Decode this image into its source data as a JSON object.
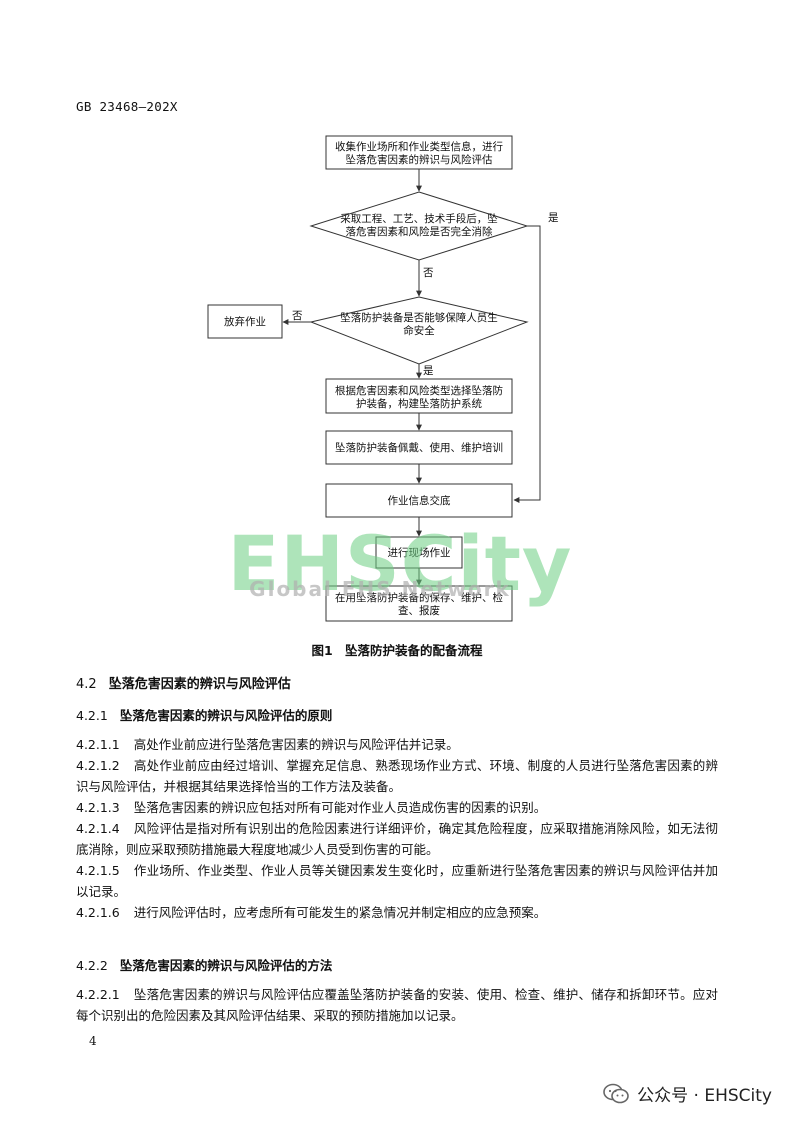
{
  "header": {
    "doc_code": "GB 23468—202X"
  },
  "flowchart": {
    "box1": [
      "收集作业场所和作业类型信息，进行",
      "坠落危害因素的辨识与风险评估"
    ],
    "dec1": [
      "采取工程、工艺、技术手段后，坠",
      "落危害因素和风险是否完全消除"
    ],
    "dec2": [
      "坠落防护装备是否能够保障人员生",
      "命安全"
    ],
    "abandon": "放弃作业",
    "box2": [
      "根据危害因素和风险类型选择坠落防",
      "护装备，构建坠落防护系统"
    ],
    "box3": "坠落防护装备佩戴、使用、维护培训",
    "box4": "作业信息交底",
    "box5": "进行现场作业",
    "box6": [
      "在用坠落防护装备的保存、维护、检",
      "查、报废"
    ],
    "yes": "是",
    "no": "否"
  },
  "watermark": {
    "big": "EHSCity",
    "small": "Global EHS Network"
  },
  "figure": {
    "label": "图1",
    "title": "坠落防护装备的配备流程"
  },
  "section": {
    "num": "4.2",
    "title": "坠落危害因素的辨识与风险评估"
  },
  "s1": {
    "num": "4.2.1",
    "title": "坠落危害因素的辨识与风险评估的原则"
  },
  "paras1": [
    {
      "num": "4.2.1.1",
      "text": "高处作业前应进行坠落危害因素的辨识与风险评估并记录。"
    },
    {
      "num": "4.2.1.2",
      "text": "高处作业前应由经过培训、掌握充足信息、熟悉现场作业方式、环境、制度的人员进行坠落危害因素的辨识与风险评估，并根据其结果选择恰当的工作方法及装备。"
    },
    {
      "num": "4.2.1.3",
      "text": "坠落危害因素的辨识应包括对所有可能对作业人员造成伤害的因素的识别。"
    },
    {
      "num": "4.2.1.4",
      "text": "风险评估是指对所有识别出的危险因素进行详细评价，确定其危险程度，应采取措施消除风险，如无法彻底消除，则应采取预防措施最大程度地减少人员受到伤害的可能。"
    },
    {
      "num": "4.2.1.5",
      "text": "作业场所、作业类型、作业人员等关键因素发生变化时，应重新进行坠落危害因素的辨识与风险评估并加以记录。"
    },
    {
      "num": "4.2.1.6",
      "text": "进行风险评估时，应考虑所有可能发生的紧急情况并制定相应的应急预案。"
    }
  ],
  "s2": {
    "num": "4.2.2",
    "title": "坠落危害因素的辨识与风险评估的方法"
  },
  "paras2": [
    {
      "num": "4.2.2.1",
      "text": "坠落危害因素的辨识与风险评估应覆盖坠落防护装备的安装、使用、检查、维护、储存和拆卸环节。应对每个识别出的危险因素及其风险评估结果、采取的预防措施加以记录。"
    }
  ],
  "footer": {
    "page": "4",
    "brand": "公众号 · EHSCity"
  }
}
